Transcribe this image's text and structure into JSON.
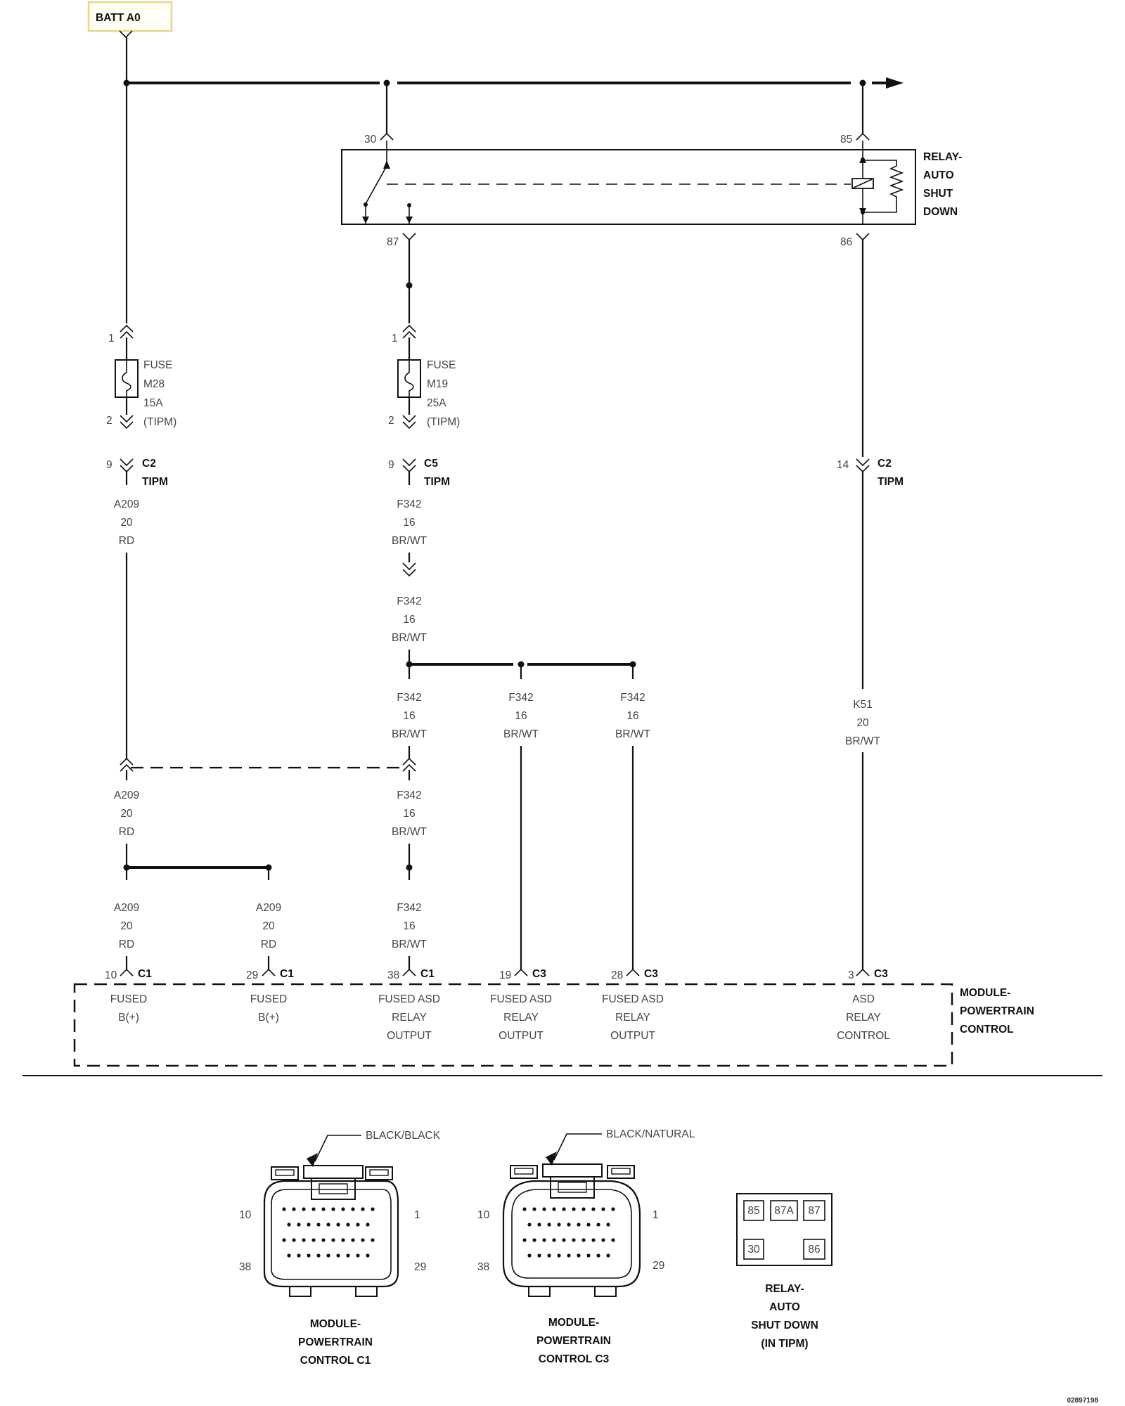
{
  "batt": "BATT A0",
  "relay": {
    "pin30": "30",
    "pin85": "85",
    "pin87": "87",
    "pin86": "86",
    "label": [
      "RELAY-",
      "AUTO",
      "SHUT",
      "DOWN"
    ]
  },
  "fuse1": {
    "pin_top": "1",
    "pin_bot": "2",
    "lines": [
      "FUSE",
      "M28",
      "15A",
      "(TIPM)"
    ]
  },
  "fuse2": {
    "pin_top": "1",
    "pin_bot": "2",
    "lines": [
      "FUSE",
      "M19",
      "25A",
      "(TIPM)"
    ]
  },
  "conn_c2_left": {
    "pin": "9",
    "name": "C2",
    "sub": "TIPM"
  },
  "conn_c5": {
    "pin": "9",
    "name": "C5",
    "sub": "TIPM"
  },
  "conn_c2_right": {
    "pin": "14",
    "name": "C2",
    "sub": "TIPM"
  },
  "wires": {
    "a209": [
      "A209",
      "20",
      "RD"
    ],
    "f342": [
      "F342",
      "16",
      "BR/WT"
    ],
    "k51": [
      "K51",
      "20",
      "BR/WT"
    ]
  },
  "pcm_pins": [
    {
      "pin": "10",
      "conn": "C1",
      "func": [
        "FUSED",
        "B(+)"
      ]
    },
    {
      "pin": "29",
      "conn": "C1",
      "func": [
        "FUSED",
        "B(+)"
      ]
    },
    {
      "pin": "38",
      "conn": "C1",
      "func": [
        "FUSED ASD",
        "RELAY",
        "OUTPUT"
      ]
    },
    {
      "pin": "19",
      "conn": "C3",
      "func": [
        "FUSED ASD",
        "RELAY",
        "OUTPUT"
      ]
    },
    {
      "pin": "28",
      "conn": "C3",
      "func": [
        "FUSED ASD",
        "RELAY",
        "OUTPUT"
      ]
    },
    {
      "pin": "3",
      "conn": "C3",
      "func": [
        "ASD",
        "RELAY",
        "CONTROL"
      ]
    }
  ],
  "pcm_label": [
    "MODULE-",
    "POWERTRAIN",
    "CONTROL"
  ],
  "connector_c1": {
    "color": "BLACK/BLACK",
    "pin_tl": "10",
    "pin_tr": "1",
    "pin_bl": "38",
    "pin_br": "29",
    "caption": [
      "MODULE-",
      "POWERTRAIN",
      "CONTROL C1"
    ]
  },
  "connector_c3": {
    "color": "BLACK/NATURAL",
    "pin_tl": "10",
    "pin_tr": "1",
    "pin_bl": "38",
    "pin_br": "29",
    "caption": [
      "MODULE-",
      "POWERTRAIN",
      "CONTROL C3"
    ]
  },
  "relay_view": {
    "cavities": [
      "85",
      "87A",
      "87",
      "30",
      "86"
    ],
    "caption": [
      "RELAY-",
      "AUTO",
      "SHUT DOWN",
      "(IN TIPM)"
    ]
  },
  "doc_number": "02897198"
}
